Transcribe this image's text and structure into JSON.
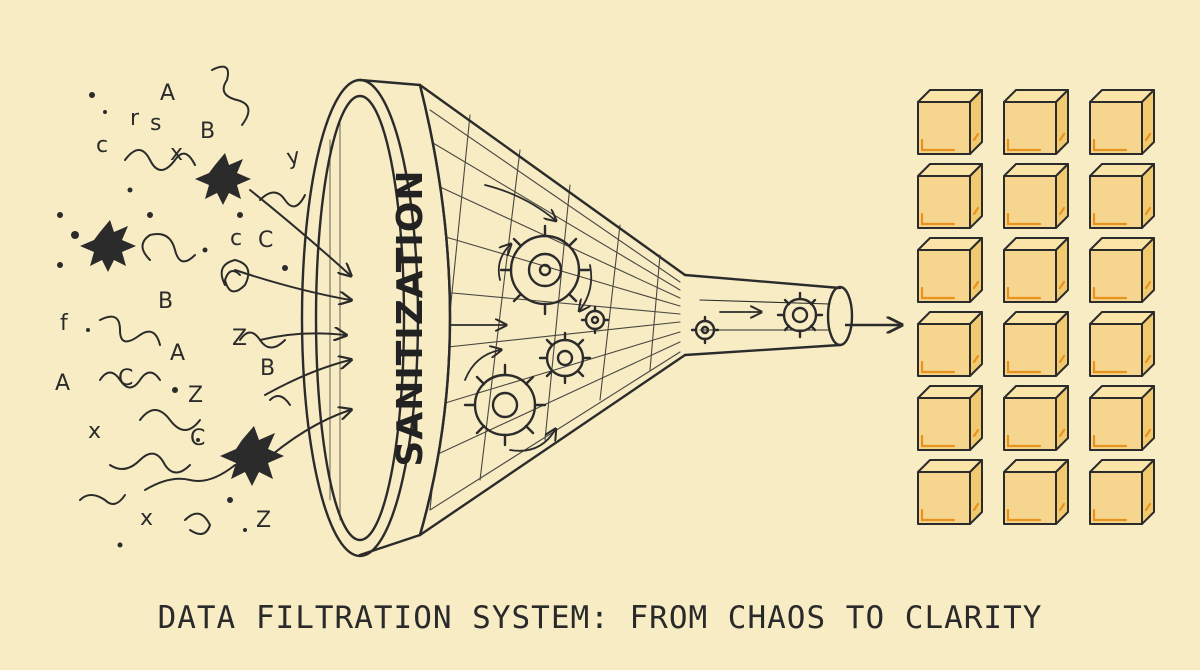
{
  "funnel": {
    "label": "SANITIZATION"
  },
  "chaos": {
    "glyphs": [
      "A",
      "B",
      "y",
      "x",
      "c",
      "C",
      "B",
      "f",
      "A",
      "C",
      "A",
      "Z",
      "B",
      "x",
      "C",
      "Z",
      "x",
      "Z",
      "s",
      "r",
      "c"
    ]
  },
  "output": {
    "rows": 6,
    "cols": 3
  },
  "caption": "DATA FILTRATION SYSTEM: FROM CHAOS TO CLARITY",
  "colors": {
    "background": "#f8ecc4",
    "ink": "#2b2b2b",
    "cube": "#f6d58e",
    "cube_edge": "#e8931e"
  }
}
